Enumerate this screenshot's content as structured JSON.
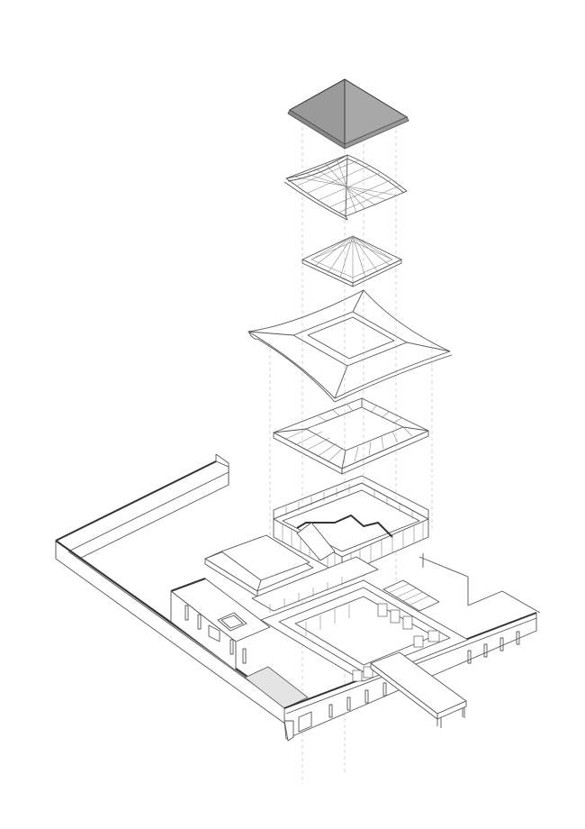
{
  "figure": {
    "type": "exploded-axonometric-architectural-drawing",
    "background": "#ffffff",
    "line_color": "#555555",
    "accent_fill": "#9a9a9a",
    "courtyard_fill": "#e4e4e4"
  },
  "layers": [
    {
      "id": "top-hip-roof",
      "label": "Solid hip roof (pyramidal, shaded)"
    },
    {
      "id": "roof-grid",
      "label": "Roof framing grid with curved eaves"
    },
    {
      "id": "inner-pyramid-frame",
      "label": "Inner pyramidal rafter frame"
    },
    {
      "id": "eave-ring",
      "label": "Curved upswept eave ring"
    },
    {
      "id": "lower-roof-frame",
      "label": "Lower hipped roof frame with rafters"
    },
    {
      "id": "upper-colonnade",
      "label": "Upper square colonnade / clerestory walls"
    },
    {
      "id": "ground-complex",
      "label": "Ground-floor courtyard complex with perimeter walls"
    }
  ],
  "text": []
}
